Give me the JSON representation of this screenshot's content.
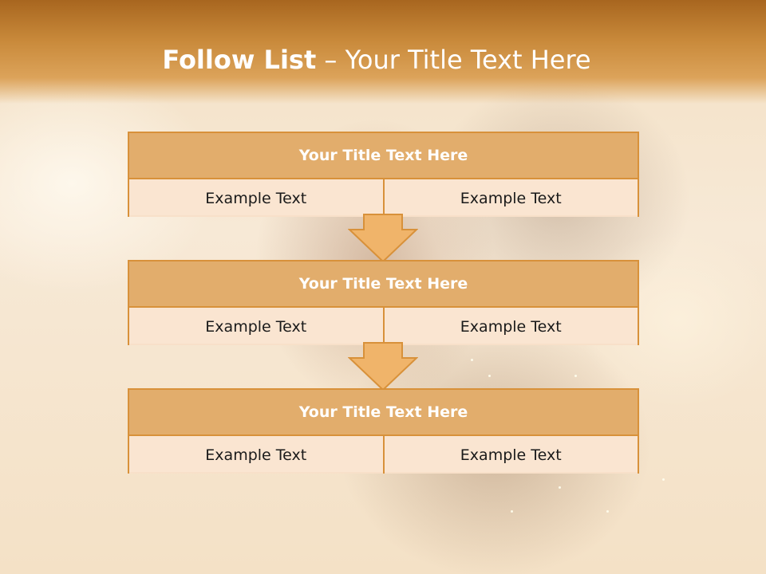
{
  "slide": {
    "title_bold": "Follow List",
    "title_rest": "– Your Title Text Here"
  },
  "blocks": [
    {
      "title": "Your Title Text Here",
      "left": "Example Text",
      "right": "Example Text"
    },
    {
      "title": "Your Title Text Here",
      "left": "Example Text",
      "right": "Example Text"
    },
    {
      "title": "Your Title Text Here",
      "left": "Example Text",
      "right": "Example Text"
    }
  ],
  "colors": {
    "header": "#c98a3b",
    "box_border": "#d8913a",
    "box_title_fill": "#e2ad6c",
    "box_cell_fill": "#fae5d1",
    "arrow_fill": "#f0b46a"
  },
  "icons": [
    "down-arrow-icon"
  ]
}
